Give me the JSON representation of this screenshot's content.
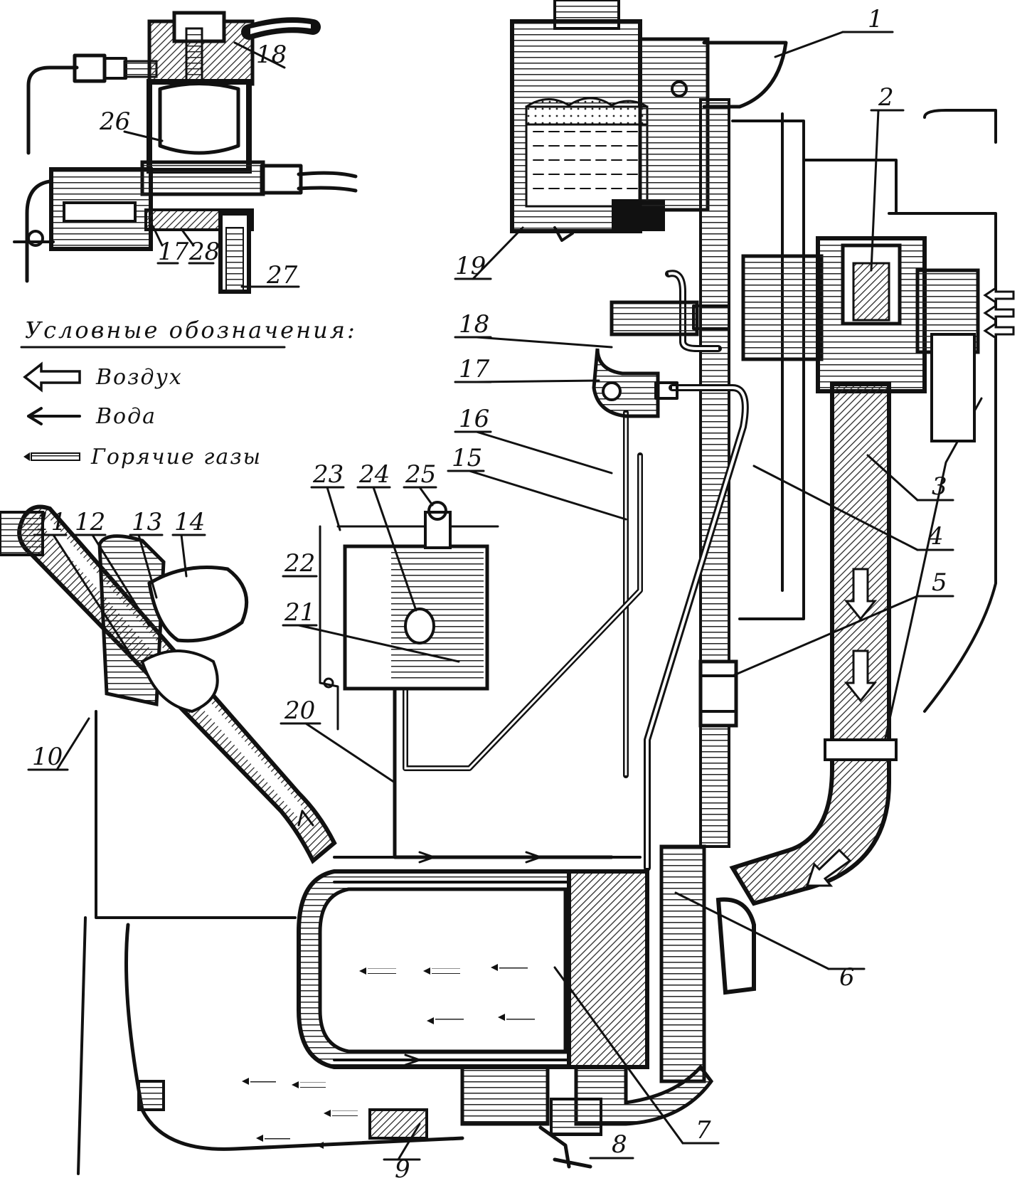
{
  "legend": {
    "title": "Условные обозначения:",
    "items": [
      {
        "key": "air",
        "label": "Воздух",
        "symbol": "hollow-arrow-icon"
      },
      {
        "key": "water",
        "label": "Вода",
        "symbol": "line-arrow-icon"
      },
      {
        "key": "gas",
        "label": "Горячие газы",
        "symbol": "dashed-arrow-icon"
      }
    ]
  },
  "callouts": {
    "c1": "1",
    "c2": "2",
    "c3": "3",
    "c4": "4",
    "c5": "5",
    "c6": "6",
    "c7": "7",
    "c8": "8",
    "c9": "9",
    "c10": "10",
    "c11": "11",
    "c12": "12",
    "c13": "13",
    "c14": "14",
    "c15": "15",
    "c16": "16",
    "c17": "17",
    "c18": "18",
    "c19": "19",
    "c20": "20",
    "c21": "21",
    "c22": "22",
    "c23": "23",
    "c24": "24",
    "c25": "25",
    "c26": "26",
    "inset17": "17",
    "inset18": "18",
    "c27": "27",
    "c28": "28"
  },
  "colors": {
    "ink": "#111111",
    "paper": "#ffffff",
    "hatch": "#222222"
  }
}
